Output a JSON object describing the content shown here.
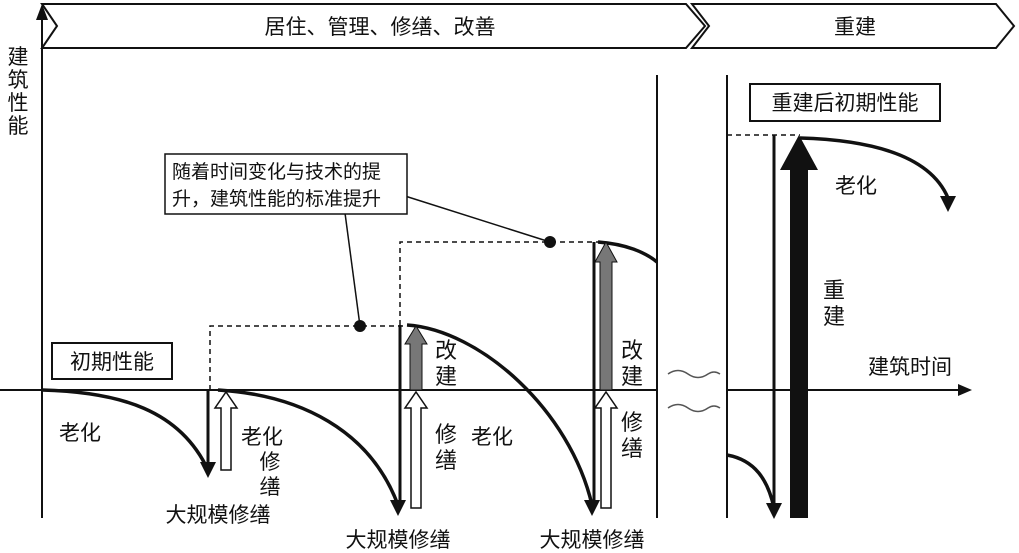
{
  "banner": {
    "phase1": "居住、管理、修缮、改善",
    "phase2": "重建"
  },
  "axes": {
    "y_label": [
      "建",
      "筑",
      "性",
      "能"
    ],
    "x_label": "建筑时间"
  },
  "boxes": {
    "initial": "初期性能",
    "after_rebuild": "重建后初期性能",
    "note_line1": "随着时间变化与技术的提",
    "note_line2": "升，建筑性能的标准提升"
  },
  "labels": {
    "aging_first": "老化",
    "aging_repair": [
      "老化",
      "修",
      "缮"
    ],
    "major_repair": "大规模修缮",
    "improve": [
      "改",
      "建"
    ],
    "repair": [
      "修",
      "缮"
    ],
    "aging_mid": "老化",
    "aging_after_rebuild": "老化",
    "rebuild": [
      "重",
      "建"
    ]
  },
  "colors": {
    "line": "#111111",
    "improve_arrow": "#777777",
    "rebuild_arrow": "#111111",
    "repair_arrow": "#ffffff"
  }
}
